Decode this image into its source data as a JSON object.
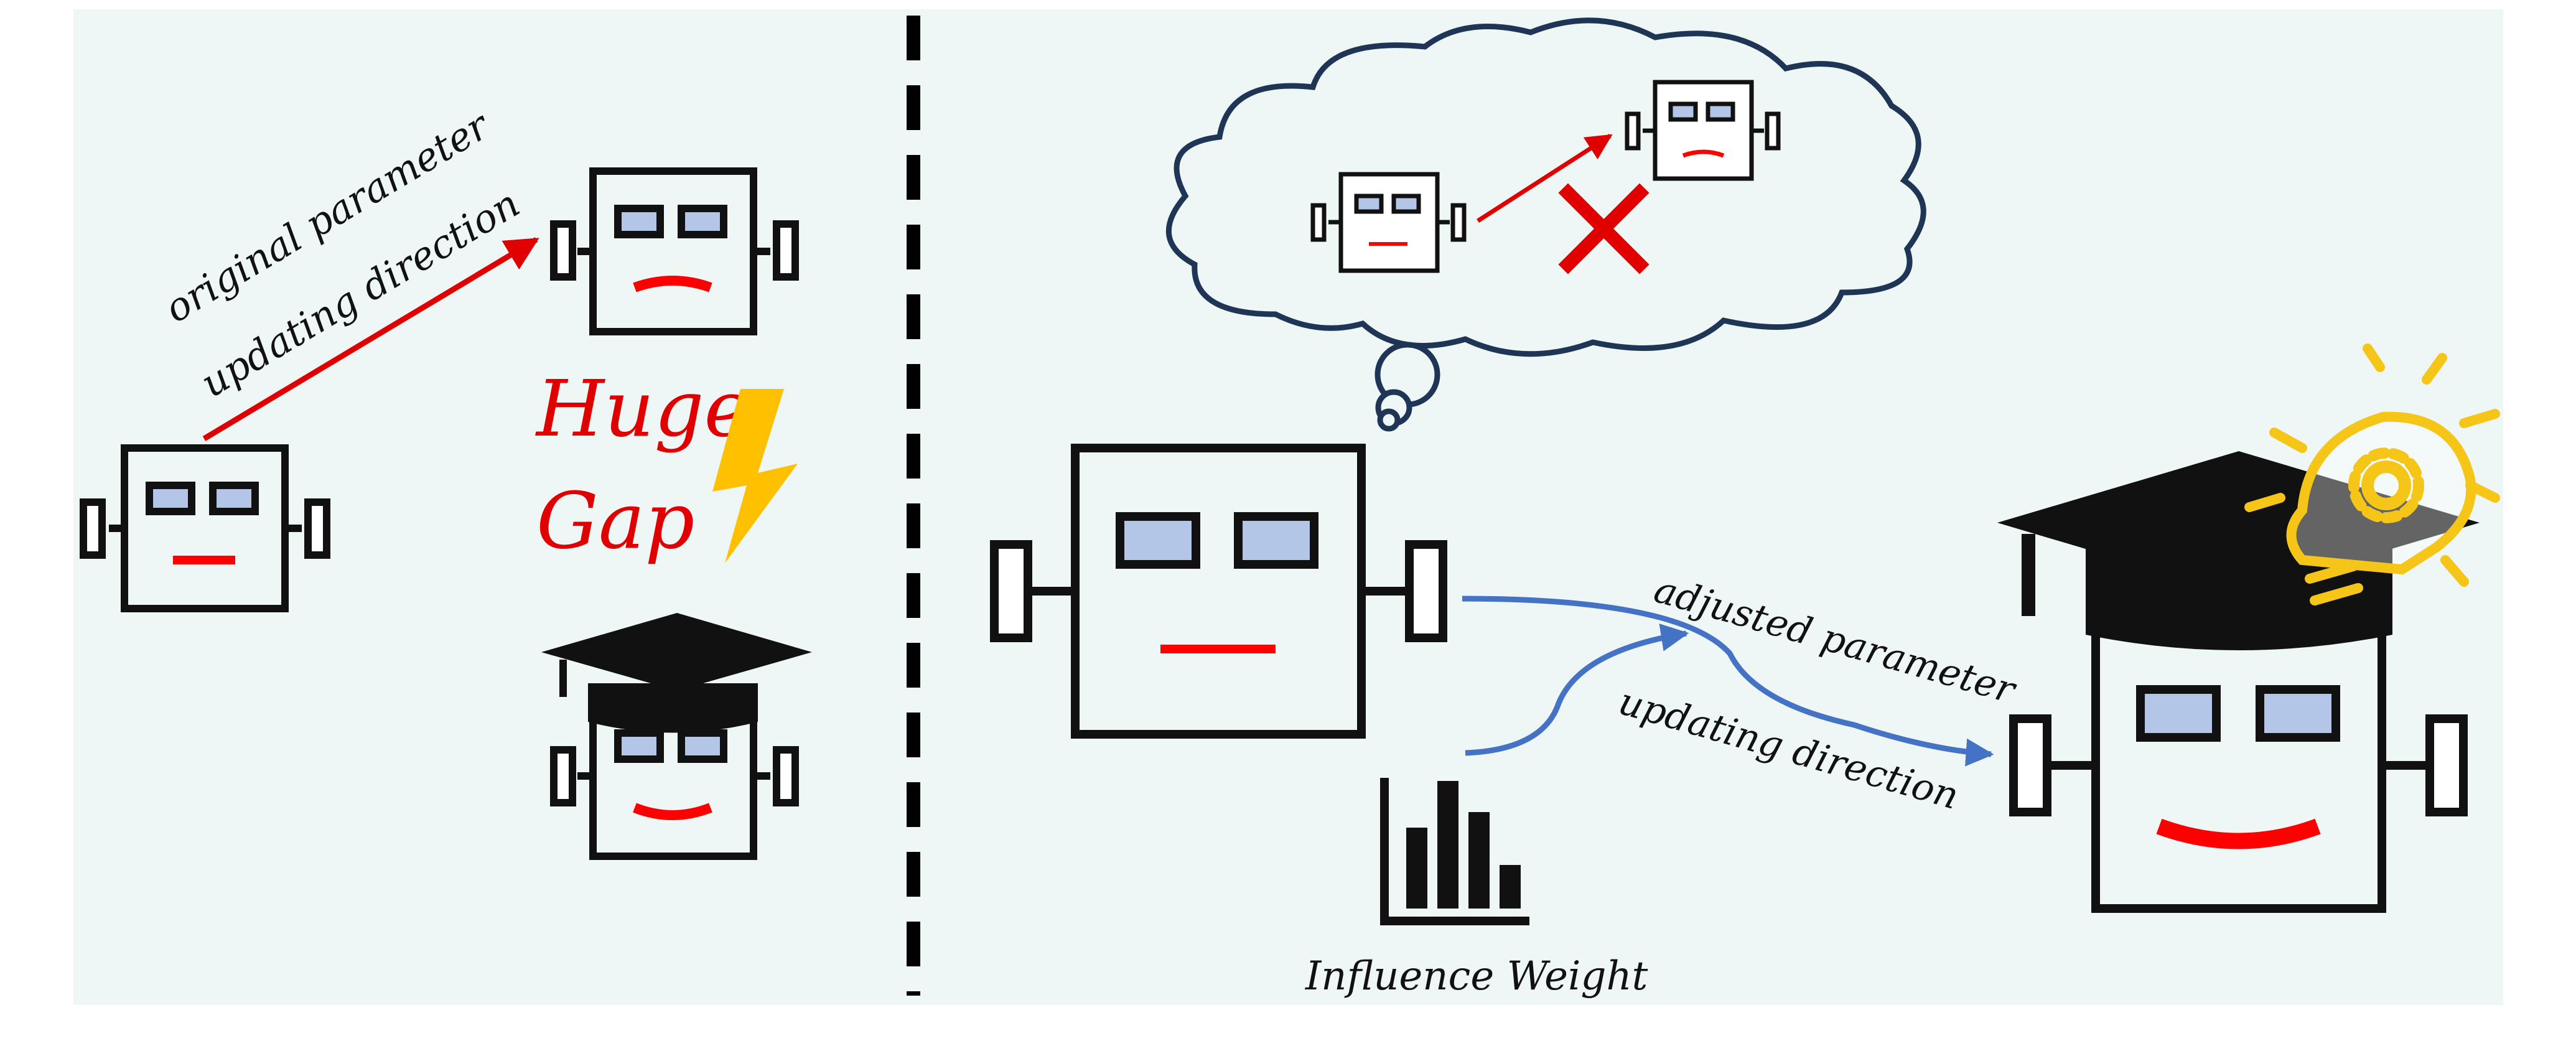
{
  "colors": {
    "background": "#eef6f6",
    "outline": "#111111",
    "eye": "#b4c6e7",
    "mouth": "#ff0000",
    "arrow_red": "#e00000",
    "arrow_blue": "#4472c4",
    "cloud": "#1f3555",
    "lightning": "#ffc000",
    "bulb": "#f5c518",
    "cap": "#111111"
  },
  "icons": {
    "lightning": "lightning-bolt-icon",
    "bulb": "lightbulb-gear-icon",
    "cap": "graduation-cap-icon",
    "chart": "bar-chart-icon",
    "cross": "x-mark-icon",
    "divider": "dashed-divider"
  },
  "left_panel": {
    "arrow_label_line1": "original parameter",
    "arrow_label_line2": "updating direction",
    "gap_word1": "Huge",
    "gap_word2": "Gap"
  },
  "right_panel": {
    "arrow_label_line1": "adjusted parameter",
    "arrow_label_line2": "updating direction",
    "chart_caption": "Influence Weight"
  }
}
